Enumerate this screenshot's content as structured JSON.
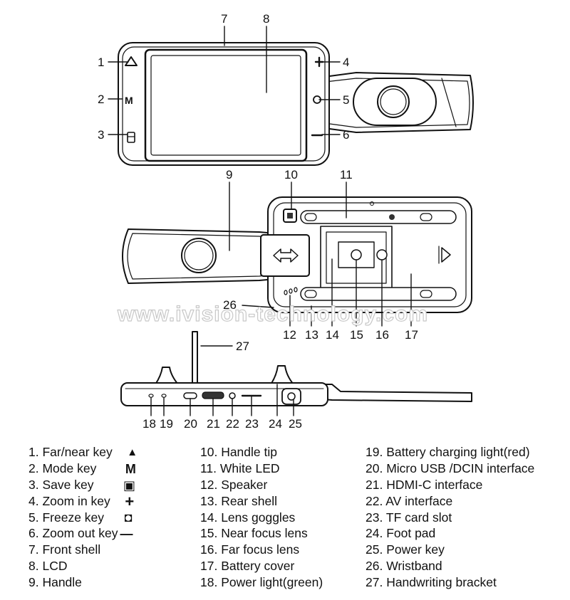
{
  "watermark": "www.ivision-technology.com",
  "callouts": [
    "1",
    "2",
    "3",
    "4",
    "5",
    "6",
    "7",
    "8",
    "9",
    "10",
    "11",
    "12",
    "13",
    "14",
    "15",
    "16",
    "17",
    "18",
    "19",
    "20",
    "21",
    "22",
    "23",
    "24",
    "25",
    "26",
    "27"
  ],
  "front_keys": {
    "mode": "M"
  },
  "legend": {
    "col1": [
      {
        "text": "1. Far/near key",
        "icon": "mountain-icon",
        "glyph": "▲"
      },
      {
        "text": "2. Mode key",
        "icon": "mode-icon",
        "glyph": "M"
      },
      {
        "text": "3. Save key",
        "icon": "save-icon",
        "glyph": "▣"
      },
      {
        "text": "4. Zoom in key",
        "icon": "plus-icon",
        "glyph": "+"
      },
      {
        "text": "5. Freeze key",
        "icon": "camera-icon",
        "glyph": "◘"
      },
      {
        "text": "6. Zoom out key",
        "icon": "minus-icon",
        "glyph": "—"
      },
      {
        "text": "7. Front shell"
      },
      {
        "text": "8. LCD"
      },
      {
        "text": "9. Handle"
      }
    ],
    "col2": [
      {
        "text": "10. Handle tip"
      },
      {
        "text": "11. White LED"
      },
      {
        "text": "12. Speaker"
      },
      {
        "text": "13. Rear shell"
      },
      {
        "text": "14. Lens goggles"
      },
      {
        "text": "15. Near focus lens"
      },
      {
        "text": "16. Far focus lens"
      },
      {
        "text": "17. Battery cover"
      },
      {
        "text": "18. Power light(green)"
      }
    ],
    "col3": [
      {
        "text": "19. Battery charging light(red)"
      },
      {
        "text": "20. Micro USB /DCIN interface"
      },
      {
        "text": "21. HDMI-C interface"
      },
      {
        "text": "22. AV interface"
      },
      {
        "text": "23. TF card slot"
      },
      {
        "text": "24. Foot pad"
      },
      {
        "text": "25. Power key"
      },
      {
        "text": "26. Wristband"
      },
      {
        "text": "27. Handwriting bracket"
      }
    ]
  }
}
